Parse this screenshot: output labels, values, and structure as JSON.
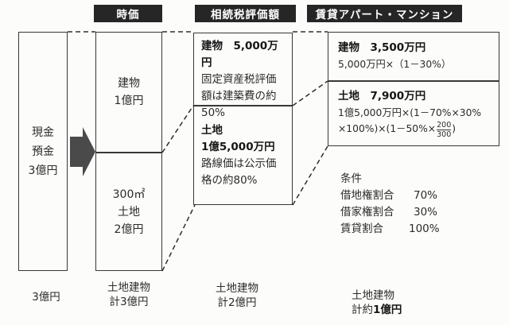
{
  "headers": {
    "market_value": "時価",
    "tax_value": "相続税評価額",
    "rental": "賃貸アパート・マンション"
  },
  "cash_column": {
    "lines": [
      "現金",
      "預金",
      "3億円"
    ],
    "total": "3億円"
  },
  "market_column": {
    "building_lines": [
      "建物",
      "1億円"
    ],
    "land_lines": [
      "300㎡",
      "土地",
      "2億円"
    ],
    "total_lines": [
      "土地建物",
      "計3億円"
    ]
  },
  "tax_column": {
    "building": {
      "title": "建物　5,000万円",
      "notes": [
        "固定資産税評価",
        "額は建築費の約",
        "50%"
      ]
    },
    "land": {
      "bold_lines": [
        "土地",
        "1億5,000万円"
      ],
      "notes": [
        "路線価は公示価",
        "格の約80%"
      ]
    },
    "total_lines": [
      "土地建物",
      "計2億円"
    ]
  },
  "rental_column": {
    "building": {
      "title": "建物　3,500万円",
      "formula": "5,000万円×（1－30%）"
    },
    "land": {
      "title": "土地　7,900万円",
      "formula_line1": "1億5,000万円×(1－70%×30%",
      "formula_line2_prefix": "×100%)×(1－50%×",
      "fraction_numerator": "200",
      "fraction_denominator": "300",
      "formula_line2_suffix": ")"
    },
    "conditions": {
      "title": "条件",
      "items": [
        {
          "label": "借地権割合",
          "value": "70%"
        },
        {
          "label": "借家権割合",
          "value": "30%"
        },
        {
          "label": "賃貸割合",
          "value": "100%"
        }
      ]
    },
    "total_line1": "土地建物",
    "total_line2_prefix": "計約",
    "total_line2_bold": "1億円"
  },
  "colors": {
    "header_bg": "#262626",
    "header_text": "#ffffff",
    "line": "#2e2e2e",
    "arrow": "#4a4a4a",
    "background": "#fcfcfa"
  }
}
